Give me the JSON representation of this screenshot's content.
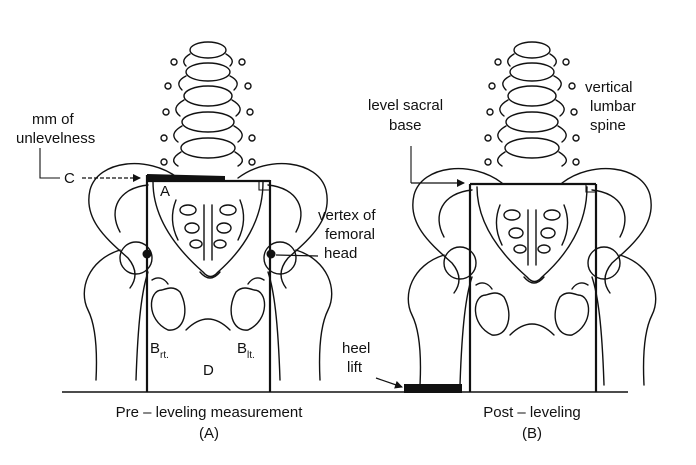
{
  "figure": {
    "left_panel": {
      "labels": {
        "mm_of": "mm of",
        "unlevelness": "unlevelness",
        "c": "C",
        "a": "A",
        "vertex_of": "vertex of",
        "femoral": "femoral",
        "head": "head",
        "b_rt_main": "B",
        "b_rt_sub": "rt.",
        "b_lt_main": "B",
        "b_lt_sub": "lt.",
        "d": "D"
      },
      "caption": "Pre – leveling measurement",
      "panel_id": "(A)"
    },
    "right_panel": {
      "labels": {
        "level_sacral": "level sacral",
        "base": "base",
        "vertical": "vertical",
        "lumbar": "lumbar",
        "spine": "spine",
        "heel": "heel",
        "lift": "lift"
      },
      "caption": "Post – leveling",
      "panel_id": "(B)"
    }
  }
}
